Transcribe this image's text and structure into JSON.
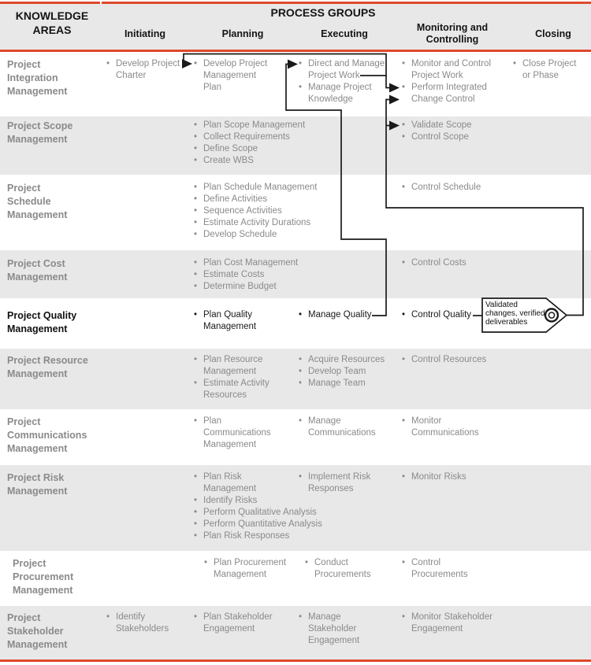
{
  "header": {
    "knowledge_areas": [
      "KNOWLEDGE",
      "AREAS"
    ],
    "process_groups": "PROCESS GROUPS",
    "columns": [
      "Initiating",
      "Planning",
      "Executing",
      "Monitoring and Controlling",
      "Closing"
    ]
  },
  "rows": [
    {
      "id": "integration",
      "area_lines": [
        "Project",
        "Integration",
        "Management"
      ],
      "highlight": false,
      "cells": {
        "initiating": [
          [
            "Develop Project",
            "Charter"
          ]
        ],
        "planning": [
          [
            "Develop Project",
            "Management",
            "Plan"
          ]
        ],
        "executing": [
          [
            "Direct and Manage",
            "Project Work"
          ],
          [
            "Manage Project",
            "Knowledge"
          ]
        ],
        "monitoring": [
          [
            "Monitor and Control",
            "Project Work"
          ],
          [
            "Perform Integrated",
            "Change Control"
          ]
        ],
        "closing": [
          [
            "Close Project",
            "or Phase"
          ]
        ]
      }
    },
    {
      "id": "scope",
      "area_lines": [
        "Project Scope",
        "Management"
      ],
      "highlight": false,
      "cells": {
        "planning": [
          [
            "Plan Scope Management"
          ],
          [
            "Collect Requirements"
          ],
          [
            "Define Scope"
          ],
          [
            "Create WBS"
          ]
        ],
        "monitoring": [
          [
            "Validate Scope"
          ],
          [
            "Control Scope"
          ]
        ]
      }
    },
    {
      "id": "schedule",
      "area_lines": [
        "Project",
        "Schedule",
        "Management"
      ],
      "highlight": false,
      "cells": {
        "planning": [
          [
            "Plan Schedule Management"
          ],
          [
            "Define Activities"
          ],
          [
            "Sequence Activities"
          ],
          [
            "Estimate Activity Durations"
          ],
          [
            "Develop Schedule"
          ]
        ],
        "monitoring": [
          [
            "Control Schedule"
          ]
        ]
      }
    },
    {
      "id": "cost",
      "area_lines": [
        "Project Cost",
        "Management"
      ],
      "highlight": false,
      "cells": {
        "planning": [
          [
            "Plan Cost Management"
          ],
          [
            "Estimate Costs"
          ],
          [
            "Determine Budget"
          ]
        ],
        "monitoring": [
          [
            "Control Costs"
          ]
        ]
      }
    },
    {
      "id": "quality",
      "area_lines": [
        "Project Quality",
        "Management"
      ],
      "highlight": true,
      "cells": {
        "planning": [
          [
            "Plan Quality",
            "Management"
          ]
        ],
        "executing": [
          [
            "Manage Quality"
          ]
        ],
        "monitoring": [
          [
            "Control Quality"
          ]
        ]
      }
    },
    {
      "id": "resource",
      "area_lines": [
        "Project Resource",
        "Management"
      ],
      "highlight": false,
      "cells": {
        "planning": [
          [
            "Plan Resource",
            "Management"
          ],
          [
            "Estimate Activity",
            "Resources"
          ]
        ],
        "executing": [
          [
            "Acquire Resources"
          ],
          [
            "Develop Team"
          ],
          [
            "Manage Team"
          ]
        ],
        "monitoring": [
          [
            "Control Resources"
          ]
        ]
      }
    },
    {
      "id": "communications",
      "area_lines": [
        "Project",
        "Communications",
        "Management"
      ],
      "highlight": false,
      "cells": {
        "planning": [
          [
            "Plan",
            "Communications",
            "Management"
          ]
        ],
        "executing": [
          [
            "Manage",
            "Communications"
          ]
        ],
        "monitoring": [
          [
            "Monitor",
            "Communications"
          ]
        ]
      }
    },
    {
      "id": "risk",
      "area_lines": [
        "Project Risk",
        "Management"
      ],
      "highlight": false,
      "cells": {
        "planning": [
          [
            "Plan Risk",
            "Management"
          ],
          [
            "Identify Risks"
          ],
          [
            "Perform Qualitative Analysis"
          ],
          [
            "Perform Quantitative Analysis"
          ],
          [
            "Plan Risk Responses"
          ]
        ],
        "executing": [
          [
            "Implement Risk",
            "Responses"
          ]
        ],
        "monitoring": [
          [
            "Monitor Risks"
          ]
        ]
      }
    },
    {
      "id": "procurement",
      "area_lines": [
        "Project",
        "Procurement",
        "Management"
      ],
      "highlight": false,
      "cells": {
        "planning": [
          [
            "Plan Procurement",
            "Management"
          ]
        ],
        "executing": [
          [
            "Conduct",
            "Procurements"
          ]
        ],
        "monitoring": [
          [
            "Control",
            "Procurements"
          ]
        ]
      }
    },
    {
      "id": "stakeholder",
      "area_lines": [
        "Project",
        "Stakeholder",
        "Management"
      ],
      "highlight": false,
      "cells": {
        "initiating": [
          [
            "Identify",
            "Stakeholders"
          ]
        ],
        "planning": [
          [
            "Plan Stakeholder",
            "Engagement"
          ]
        ],
        "executing": [
          [
            "Manage",
            "Stakeholder",
            "Engagement"
          ]
        ],
        "monitoring": [
          [
            "Monitor Stakeholder",
            "Engagement"
          ]
        ]
      }
    }
  ],
  "tag": {
    "lines": [
      "Validated",
      "changes, verified",
      "deliverables"
    ]
  },
  "flows": [
    "Direct and Manage Project Work -> Develop Project Management Plan",
    "Direct and Manage Project Work -> Perform Integrated Change Control",
    "Manage Quality -> Direct and Manage Project Work",
    "Control Quality (validated changes, verified deliverables) -> Perform Integrated Change Control",
    "Control Quality (validated changes, verified deliverables) -> Validate Scope"
  ],
  "colors": {
    "accent_red": "#E0492B",
    "band_gray": "#E8E8E8",
    "text_gray": "#8A8A8A",
    "text_black": "#1A1A1A"
  }
}
